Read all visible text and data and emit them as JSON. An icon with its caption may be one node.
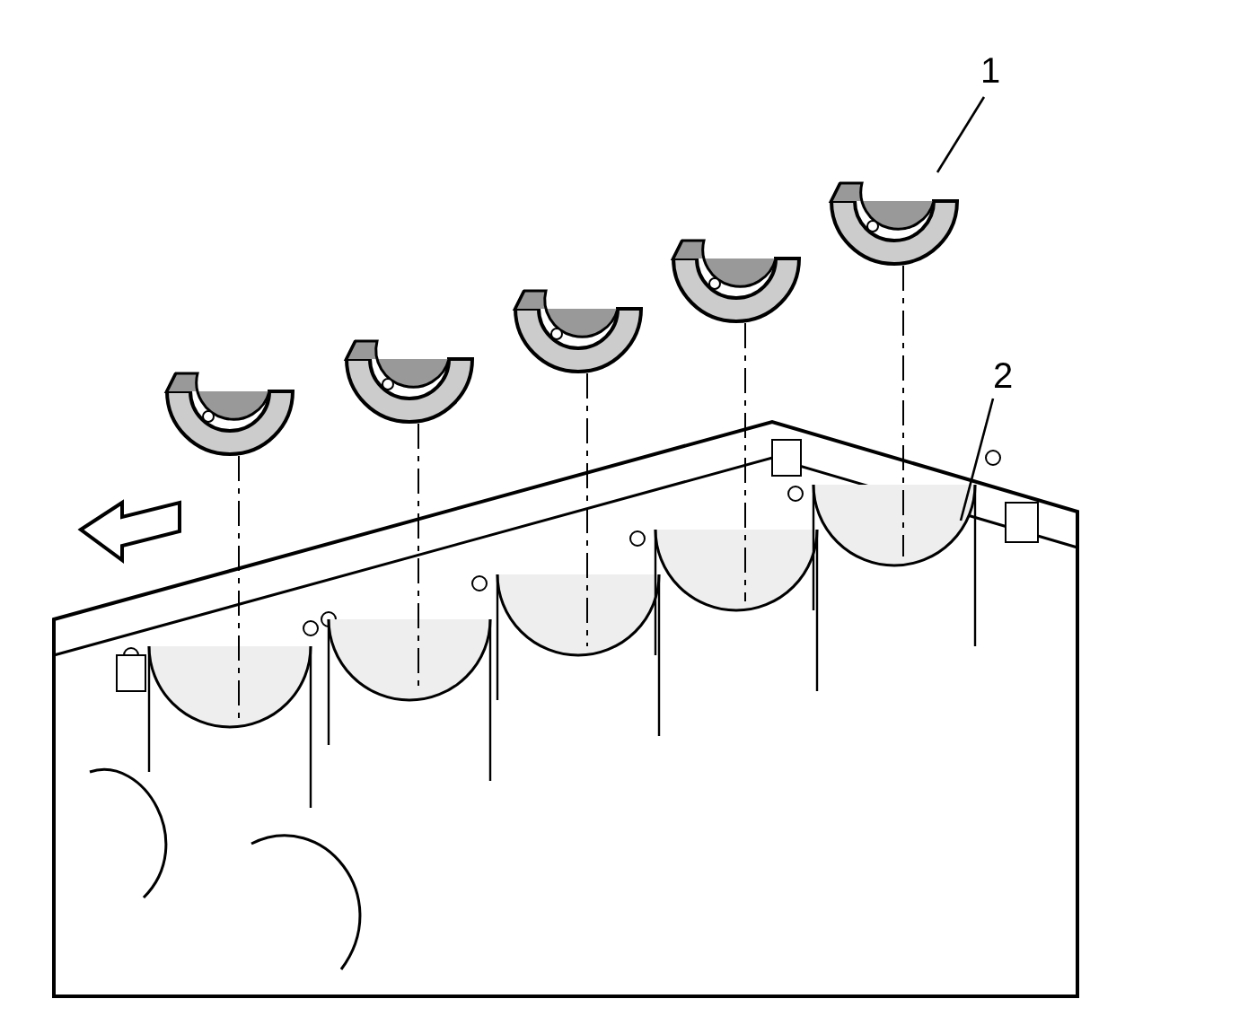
{
  "diagram": {
    "nodes": [
      {
        "text": [
          "1"
        ]
      },
      {
        "text": [],
        "shape": "picture"
      },
      {
        "text": [],
        "shape": "picture"
      },
      {
        "text": [],
        "shape": "picture"
      },
      {
        "text": [],
        "shape": "picture"
      },
      {
        "text": [],
        "shape": "picture"
      },
      {
        "text": [
          "2"
        ]
      },
      {
        "text": [],
        "shape": "picture"
      }
    ],
    "edges": [
      {
        "from": 0,
        "to": 5,
        "arrow": "none"
      },
      {
        "from": 6,
        "to": 7,
        "arrow": "none"
      },
      {
        "from": 1,
        "to": 7,
        "arrow": "none",
        "style": "dashed"
      },
      {
        "from": 2,
        "to": 7,
        "arrow": "none",
        "style": "dashed"
      },
      {
        "from": 3,
        "to": 7,
        "arrow": "none",
        "style": "dashed"
      },
      {
        "from": 4,
        "to": 7,
        "arrow": "none",
        "style": "dashed"
      },
      {
        "from": 5,
        "to": 7,
        "arrow": "none",
        "style": "dashed"
      }
    ]
  }
}
